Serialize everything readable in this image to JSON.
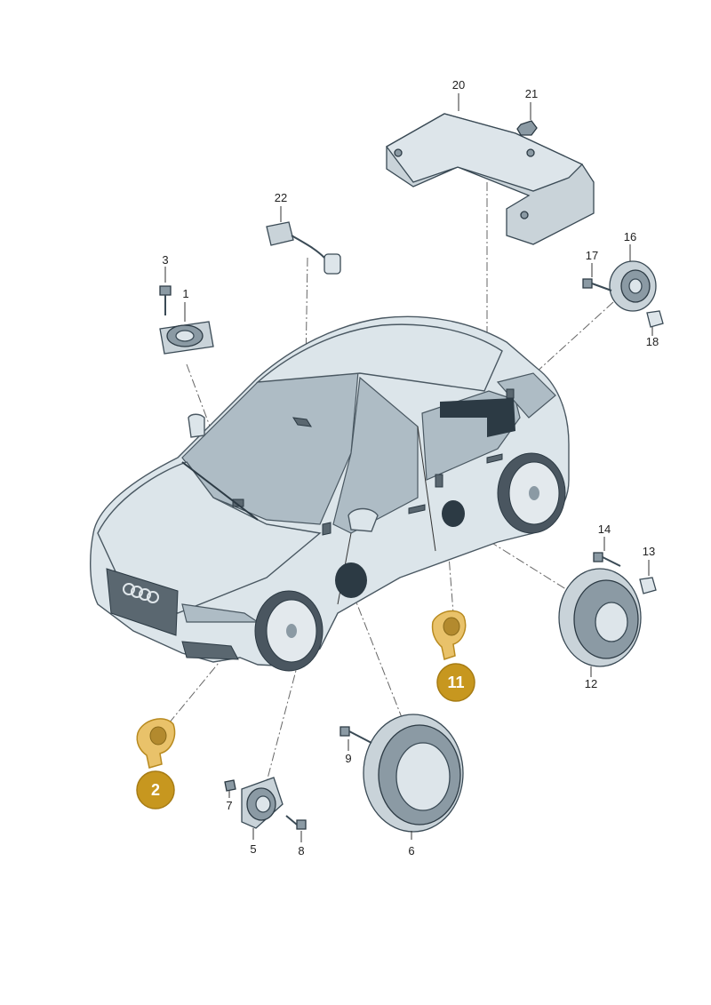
{
  "callouts": {
    "c1": "1",
    "c2": "2",
    "c3": "3",
    "c5": "5",
    "c6": "6",
    "c7": "7",
    "c8": "8",
    "c9": "9",
    "c11": "11",
    "c12": "12",
    "c13": "13",
    "c14": "14",
    "c16": "16",
    "c17": "17",
    "c18": "18",
    "c20": "20",
    "c21": "21",
    "c22": "22"
  },
  "colors": {
    "highlight_badge": "#c7971f",
    "highlight_part": "#e9c26a",
    "part_fill": "#c9d3d9",
    "outline": "#3a4a55"
  }
}
